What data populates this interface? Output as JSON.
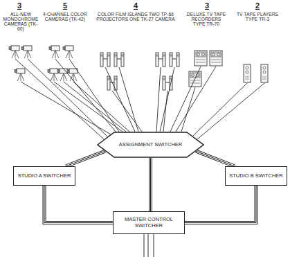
{
  "diagram": {
    "nodes": [
      {
        "text": [
          "ASSIGNMENT SWITCHER"
        ]
      },
      {
        "text": [
          "STUDIO A SWITCHER"
        ]
      },
      {
        "text": [
          "STUDIO B SWITCHER"
        ]
      },
      {
        "text": [
          "MASTER CONTROL SWITCHER"
        ]
      }
    ],
    "edges": [
      {
        "from": 0,
        "to": 1,
        "arrow": "none"
      },
      {
        "from": 0,
        "to": 2,
        "arrow": "none"
      },
      {
        "from": 0,
        "to": 3,
        "arrow": "none"
      },
      {
        "from": 1,
        "to": 3,
        "arrow": "none"
      },
      {
        "from": 2,
        "to": 3,
        "arrow": "none"
      }
    ],
    "labels": [
      "3",
      "ALL-NEW MONOCHROME CAMERAS (TK-60)",
      "5",
      "4-CHANNEL COLOR CAMERAS (TK-42)",
      "4",
      "COLOR FILM ISLANDS TWO TP-66 PROJECTORS ONE TK-27 CAMERA",
      "3",
      "DELUXE TV TAPE RECORDERS TYPE TR-70",
      "2",
      "TV TAPE PLAYERS TYPE TR-3"
    ]
  }
}
